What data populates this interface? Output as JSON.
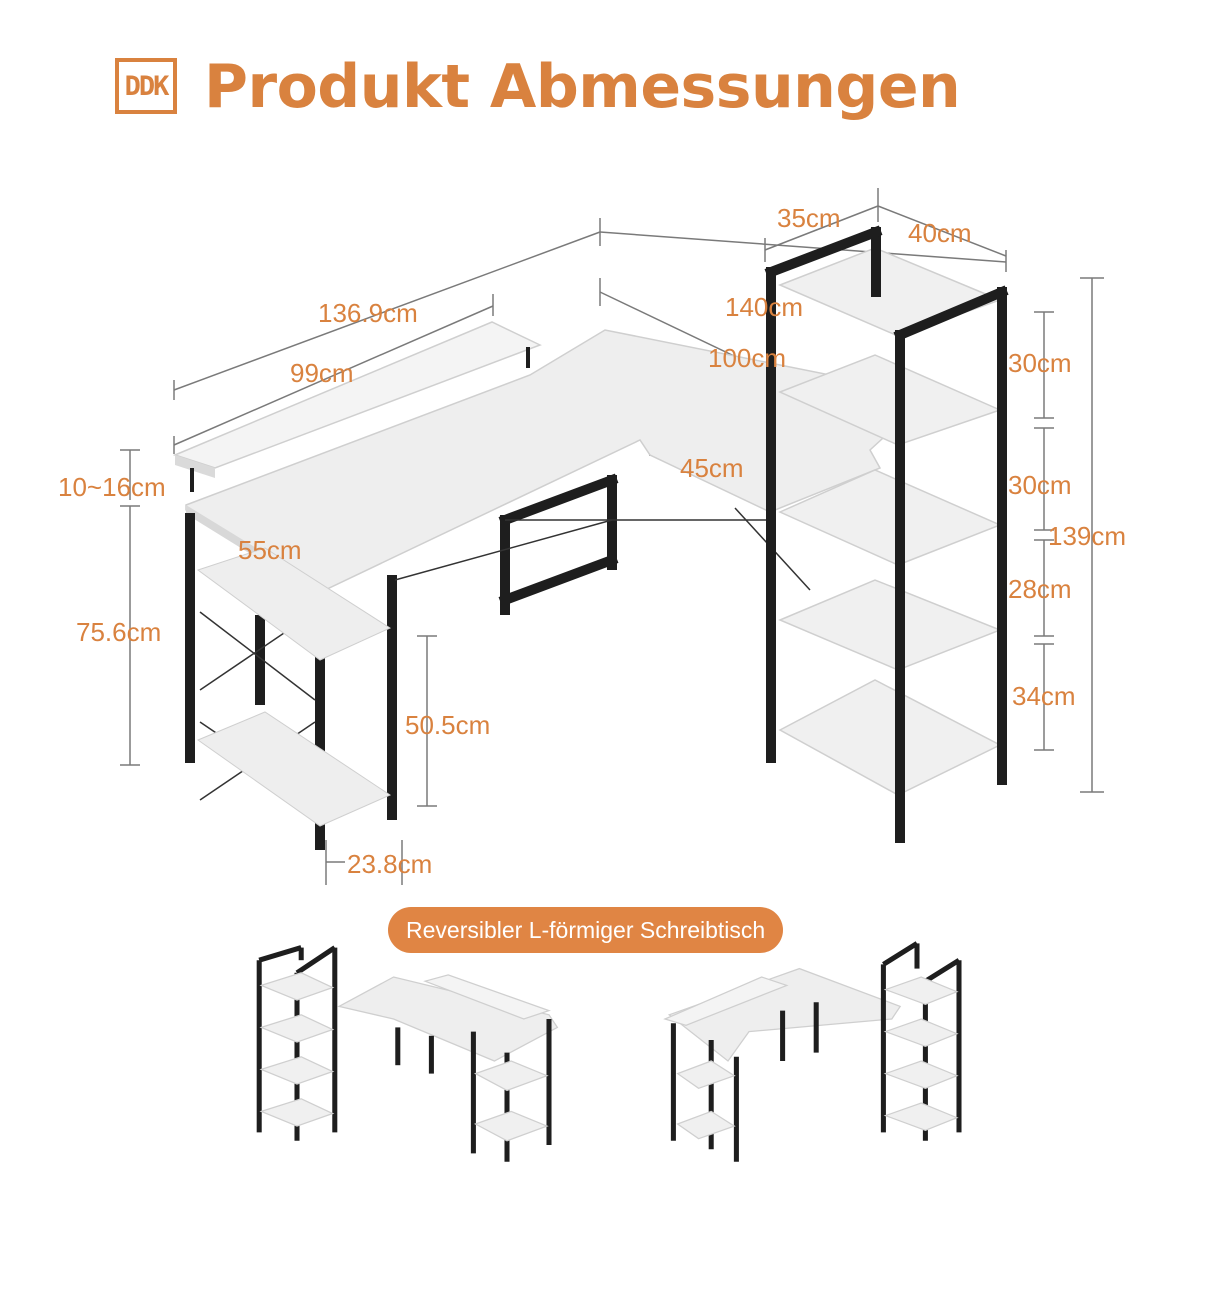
{
  "header": {
    "logo_text": "DDK",
    "title": "Produkt Abmessungen"
  },
  "dimensions": {
    "total_left_width": "136.9cm",
    "total_right_width": "140cm",
    "monitor_shelf_width": "99cm",
    "desk_right_length": "100cm",
    "desk_right_depth": "45cm",
    "desk_left_depth": "55cm",
    "monitor_shelf_height": "10~16cm",
    "desk_height": "75.6cm",
    "side_shelf_height": "50.5cm",
    "side_shelf_width": "23.8cm",
    "tower_width": "35cm",
    "tower_depth": "40cm",
    "tower_height": "139cm",
    "tower_shelf_1": "30cm",
    "tower_shelf_2": "30cm",
    "tower_shelf_3": "28cm",
    "tower_shelf_4": "34cm"
  },
  "badge": {
    "label": "Reversibler L-förmiger Schreibtisch"
  },
  "colors": {
    "accent": "#d9823f",
    "frame": "#1e1e1e",
    "panel": "#f0f0f0",
    "dimension_line": "#7a7a7a"
  }
}
